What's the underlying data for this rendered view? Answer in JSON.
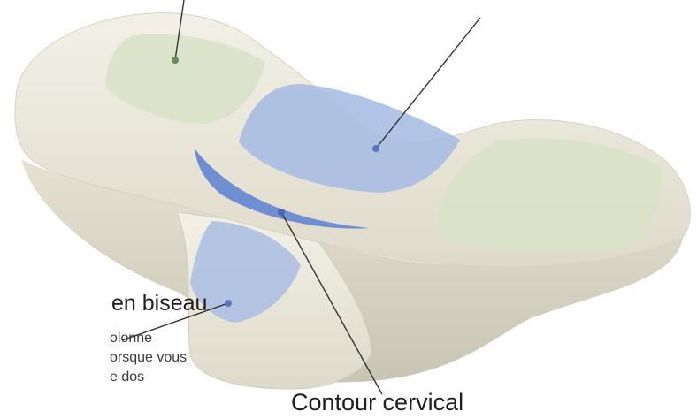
{
  "callouts": {
    "bevel_title": "en biseau",
    "bevel_desc": "olonne\norsque vous\ne dos",
    "cervical_title": "Contour cervical"
  },
  "colors": {
    "foam": "#ece9dc",
    "foam_shadow": "#cfcbbb",
    "green_zone": "#d8e2c8",
    "blue_zone": "#a9bde3",
    "blue_strip": "#6f8fd2",
    "leader_line": "#333333",
    "dot": "#6a8a56"
  },
  "icons": [
    "pillow-illustration"
  ]
}
